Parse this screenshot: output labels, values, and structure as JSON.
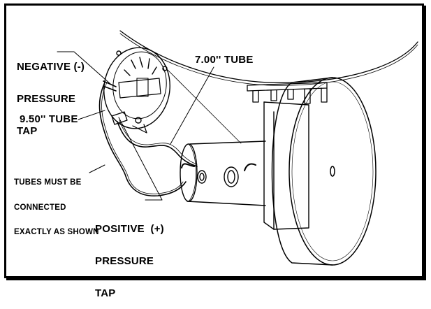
{
  "labels": {
    "negative_line1": "NEGATIVE (-)",
    "negative_line2": "PRESSURE",
    "negative_line3": "TAP",
    "tube_700": "7.00'' TUBE",
    "tube_950": "9.50'' TUBE",
    "note_line1": "TUBES MUST BE",
    "note_line2": "CONNECTED",
    "note_line3": "EXACTLY AS SHOWN",
    "positive_line1": "POSITIVE  (+)",
    "positive_line2": "PRESSURE",
    "positive_line3": "TAP"
  },
  "colors": {
    "ink": "#000000",
    "paper": "#ffffff"
  }
}
